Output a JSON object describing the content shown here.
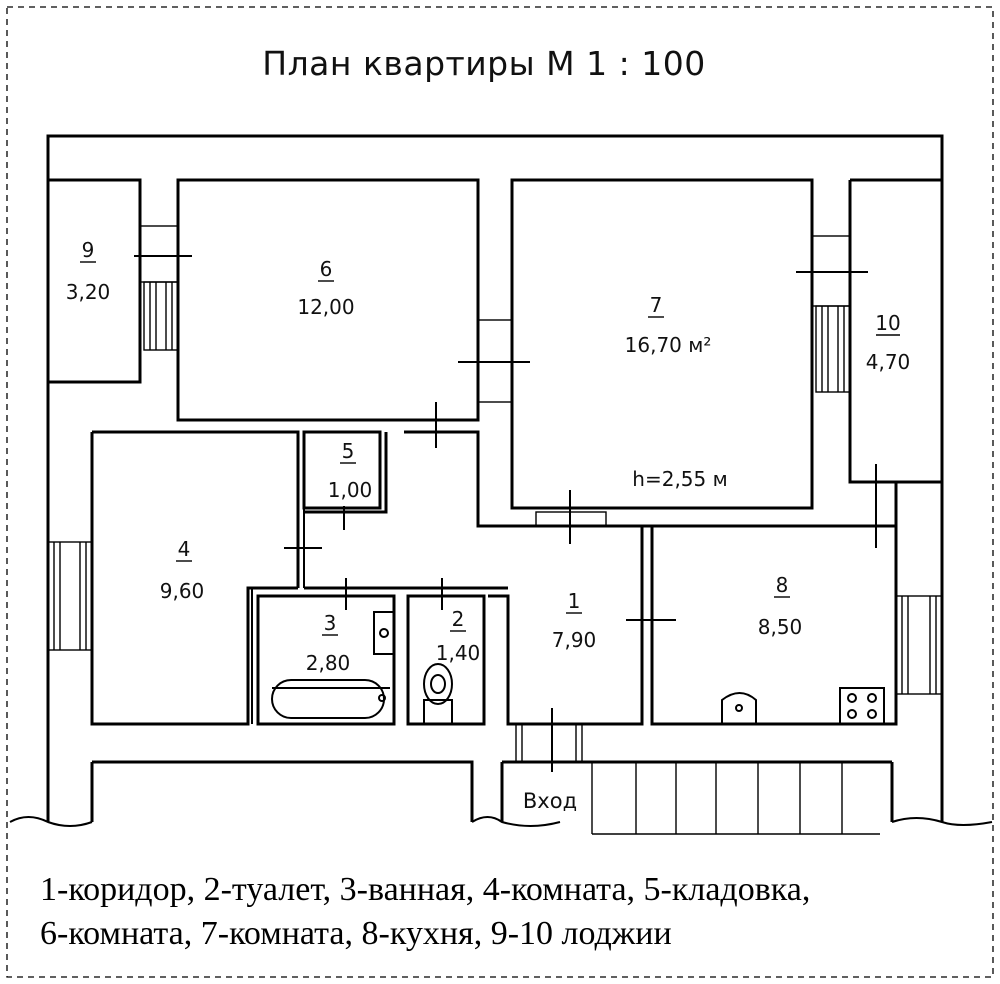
{
  "title": "План квартиры М 1 : 100",
  "rooms": [
    {
      "number": "1",
      "area": "7,90"
    },
    {
      "number": "2",
      "area": "1,40"
    },
    {
      "number": "3",
      "area": "2,80"
    },
    {
      "number": "4",
      "area": "9,60"
    },
    {
      "number": "5",
      "area": "1,00"
    },
    {
      "number": "6",
      "area": "12,00"
    },
    {
      "number": "7",
      "area": "16,70 м²"
    },
    {
      "number": "8",
      "area": "8,50"
    },
    {
      "number": "9",
      "area": "3,20"
    },
    {
      "number": "10",
      "area": "4,70"
    }
  ],
  "ceiling_height": "h=2,55 м",
  "entrance_label": "Вход",
  "legend": {
    "line1": "1-коридор, 2-туалет, 3-ванная, 4-комната, 5-кладовка,",
    "line2": "6-комната, 7-комната, 8-кухня, 9-10 лоджии"
  }
}
